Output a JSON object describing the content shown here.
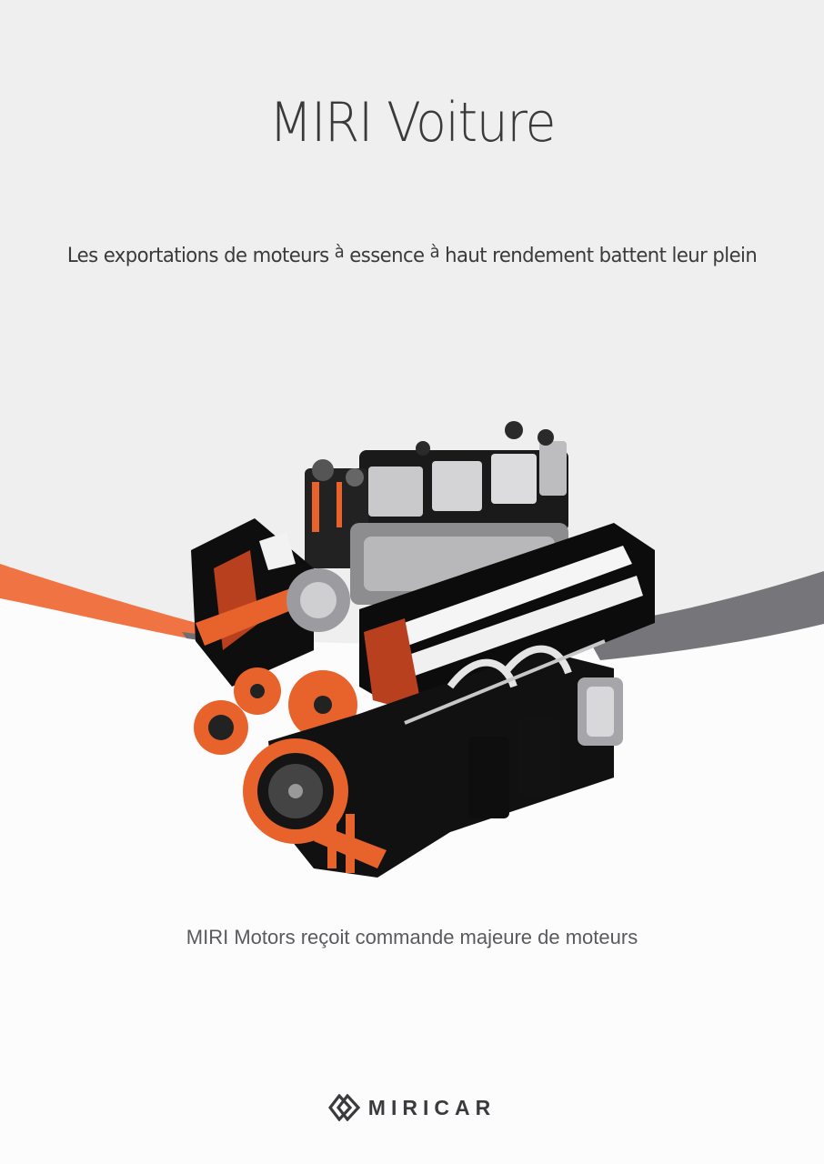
{
  "page": {
    "title": "MIRI Voiture",
    "headline": {
      "part1": "Les exportations de moteurs ",
      "a1": "à",
      "part2": " essence ",
      "a2": "à",
      "part3": " haut rendement battent leur plein"
    },
    "image": {
      "subject": "engine-illustration",
      "description": "Stylized V-engine illustration in black, chrome and orange"
    },
    "caption": "MIRI Motors reçoit commande majeure de moteurs"
  },
  "brand": {
    "logo_icon": "double-diamond-icon",
    "name": "MIRICAR"
  },
  "colors": {
    "background_top": "#efeff0",
    "background_bottom": "#fdfcfd",
    "accent_orange": "#f07443",
    "accent_gray": "#76767a",
    "text_dark": "#3a3a3a",
    "text_caption": "#5a5a5e"
  }
}
